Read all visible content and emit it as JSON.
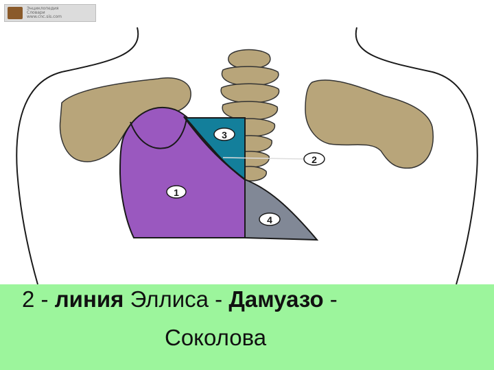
{
  "logo": {
    "lines": [
      "Энциклопедия",
      "Словари",
      "www.cnc.sis.com"
    ]
  },
  "diagram": {
    "zones": [
      {
        "label": "1",
        "color": "#9a58bf"
      },
      {
        "label": "2",
        "color": "#ffffff"
      },
      {
        "label": "3",
        "color": "#137f9b"
      },
      {
        "label": "4",
        "color": "#818896"
      }
    ],
    "bone_color": "#b8a57a",
    "outline_color": "#1a1a1a"
  },
  "caption": {
    "part1": "2 - ",
    "part2_bold": "линия",
    "part3": " Эллиса - ",
    "part4_bold": "Дамуазо",
    "part5": " -",
    "line2": "Соколова"
  }
}
